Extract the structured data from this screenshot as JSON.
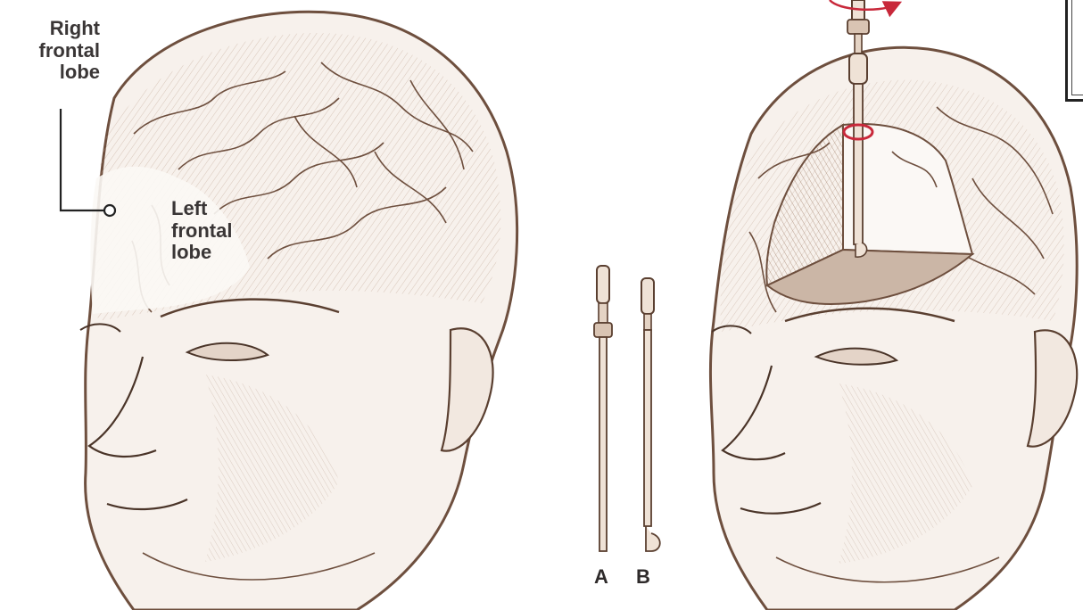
{
  "labels": {
    "right_frontal_lobe": [
      "Right",
      "frontal",
      "lobe"
    ],
    "left_frontal_lobe": [
      "Left",
      "frontal",
      "lobe"
    ]
  },
  "tools": {
    "a": "A",
    "b": "B"
  },
  "colors": {
    "ink": "#7a5a48",
    "ink_dark": "#4a3428",
    "skin_shade": "#e9ddd4",
    "cut_surface": "#cbb6a6",
    "accent_red": "#c8283a"
  }
}
